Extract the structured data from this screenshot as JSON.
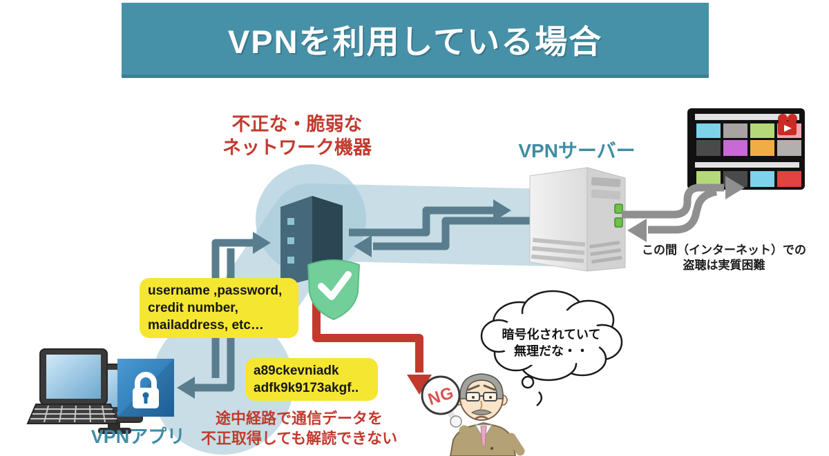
{
  "title": "VPNを利用している場合",
  "rogue_device": {
    "line1": "不正な・脆弱な",
    "line2": "ネットワーク機器"
  },
  "vpn_server_label": "VPNサーバー",
  "vpn_app_label": "VPNアプリ",
  "plaintext_box": {
    "line1": "username ,password,",
    "line2": "credit number,",
    "line3": "mailaddress, etc…"
  },
  "ciphertext_box": {
    "line1": "a89ckevniadk",
    "line2": "adfk9k9173akgf.."
  },
  "bottom_note": {
    "line1": "途中経路で通信データを",
    "line2": "不正取得しても解読できない"
  },
  "internet_note": {
    "line1": "この間（インターネット）での",
    "line2": "盗聴は実質困難"
  },
  "thought_bubble": {
    "line1": "暗号化されていて",
    "line2": "無理だな・・"
  },
  "ng_sign": "NG",
  "colors": {
    "banner_teal": "#4791a8",
    "label_teal": "#3f8ca4",
    "alert_red": "#c23a2e",
    "note_yellow": "#f5e632",
    "tunnel_blue": "#c8dde6",
    "arrow_slate": "#597d8c",
    "arrow_gray": "#8f8f8f",
    "shield_green": "#72cf9a",
    "app_blue": "#2f7cbe",
    "ng_red": "#d9534f"
  },
  "tv_tiles": {
    "row1": [
      "#7dd3ea",
      "#a8a2a2",
      "#b5d978",
      "#f2a6ad"
    ],
    "row2": [
      "#4a4a4a",
      "#c869d6",
      "#f0ad45",
      "#b3afaf"
    ],
    "row3": [
      "#b5d978",
      "#4a4a4a",
      "#7dd3ea",
      "#e04340"
    ]
  }
}
